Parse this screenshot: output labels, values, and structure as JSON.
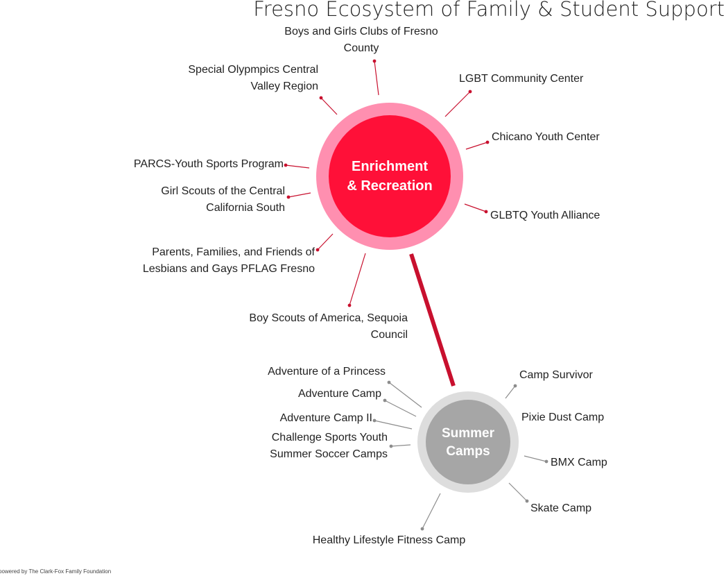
{
  "title": "Fresno Ecosystem of Family & Student Support",
  "footer": "powered by The Clark-Fox Family Foundation",
  "colors": {
    "enrichment_outer": "#ff8fb0",
    "enrichment_inner": "#ff1038",
    "enrichment_line": "#c8102e",
    "summer_outer": "#dddddd",
    "summer_inner": "#a6a6a6",
    "summer_line": "#8c8c8c",
    "connector": "#c8102e"
  },
  "hubs": {
    "enrichment": {
      "label_line1": "Enrichment",
      "label_line2": "& Recreation",
      "nodes": [
        "Boys and Girls Clubs of Fresno County",
        "LGBT Community Center",
        "Chicano Youth Center",
        "GLBTQ Youth Alliance",
        "Boy Scouts of America, Sequoia Council",
        "Parents, Families, and Friends of Lesbians and Gays PFLAG Fresno",
        "Girl Scouts of the Central California South",
        "PARCS-Youth Sports Program",
        "Special Olypmpics Central Valley Region"
      ]
    },
    "summer": {
      "label_line1": "Summer",
      "label_line2": "Camps",
      "nodes": [
        "Camp Survivor",
        "Pixie Dust Camp",
        "BMX Camp",
        "Skate Camp",
        "Healthy Lifestyle Fitness Camp",
        "Challenge Sports Youth Summer Soccer Camps",
        "Adventure Camp II",
        "Adventure Camp",
        "Adventure of a Princess"
      ]
    }
  }
}
